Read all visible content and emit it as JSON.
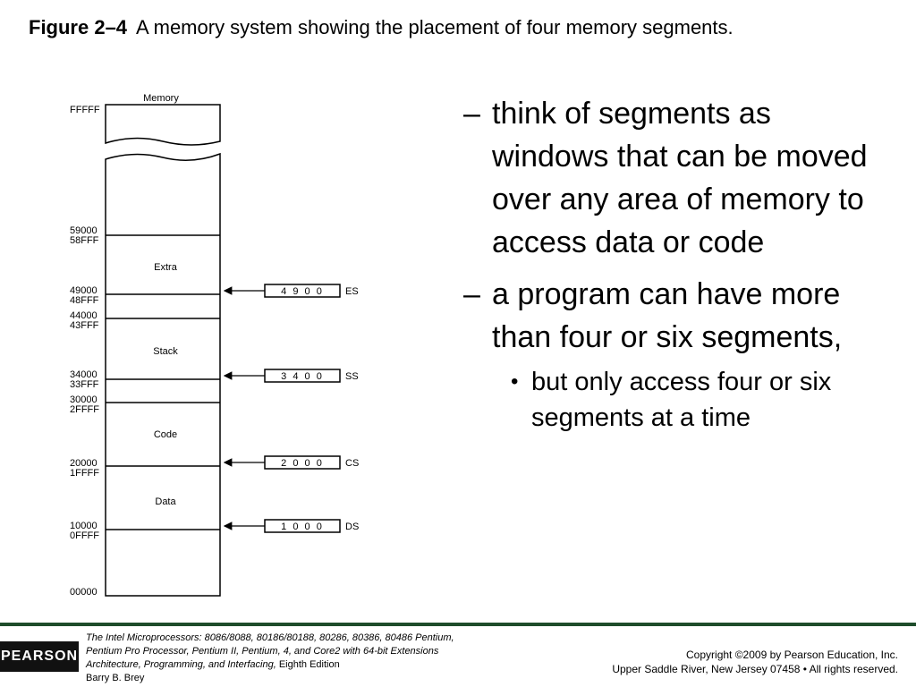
{
  "title": {
    "figure_label": "Figure 2–4",
    "caption": "A memory system showing the placement of four memory segments."
  },
  "diagram": {
    "memory_label": "Memory",
    "top_address": "FFFFF",
    "bottom_address": "00000",
    "addresses": [
      {
        "text": "59000"
      },
      {
        "text": "58FFF"
      },
      {
        "text": "49000"
      },
      {
        "text": "48FFF"
      },
      {
        "text": "44000"
      },
      {
        "text": "43FFF"
      },
      {
        "text": "34000"
      },
      {
        "text": "33FFF"
      },
      {
        "text": "30000"
      },
      {
        "text": "2FFFF"
      },
      {
        "text": "20000"
      },
      {
        "text": "1FFFF"
      },
      {
        "text": "10000"
      },
      {
        "text": "0FFFF"
      }
    ],
    "segments": [
      {
        "name": "Extra"
      },
      {
        "name": "Stack"
      },
      {
        "name": "Code"
      },
      {
        "name": "Data"
      }
    ],
    "registers": [
      {
        "value": "4 9 0 0",
        "name": "ES"
      },
      {
        "value": "3 4 0 0",
        "name": "SS"
      },
      {
        "value": "2 0 0 0",
        "name": "CS"
      },
      {
        "value": "1 0 0 0",
        "name": "DS"
      }
    ]
  },
  "bullets": [
    {
      "marker": "–",
      "text": "think of segments as windows that can be moved over any area of memory to access data or code"
    },
    {
      "marker": "–",
      "text": "a program can have more than four or six segments,"
    }
  ],
  "sub_bullets": [
    {
      "marker": "•",
      "text": "but only access four or six segments at a time"
    }
  ],
  "footer": {
    "logo": "PEARSON",
    "book_title": "The Intel Microprocessors:",
    "line1_rest": "8086/8088, 80186/80188, 80286, 80386, 80486 Pentium,",
    "line2": "Pentium Pro Processor, Pentium II, Pentium, 4, and Core2 with 64-bit Extensions",
    "line3_italic": "Architecture, Programming, and Interfacing,",
    "line3_rest": "Eighth Edition",
    "author": "Barry B. Brey",
    "copyright1": "Copyright ©2009 by Pearson Education, Inc.",
    "copyright2": "Upper Saddle River, New Jersey 07458 • All rights reserved."
  }
}
